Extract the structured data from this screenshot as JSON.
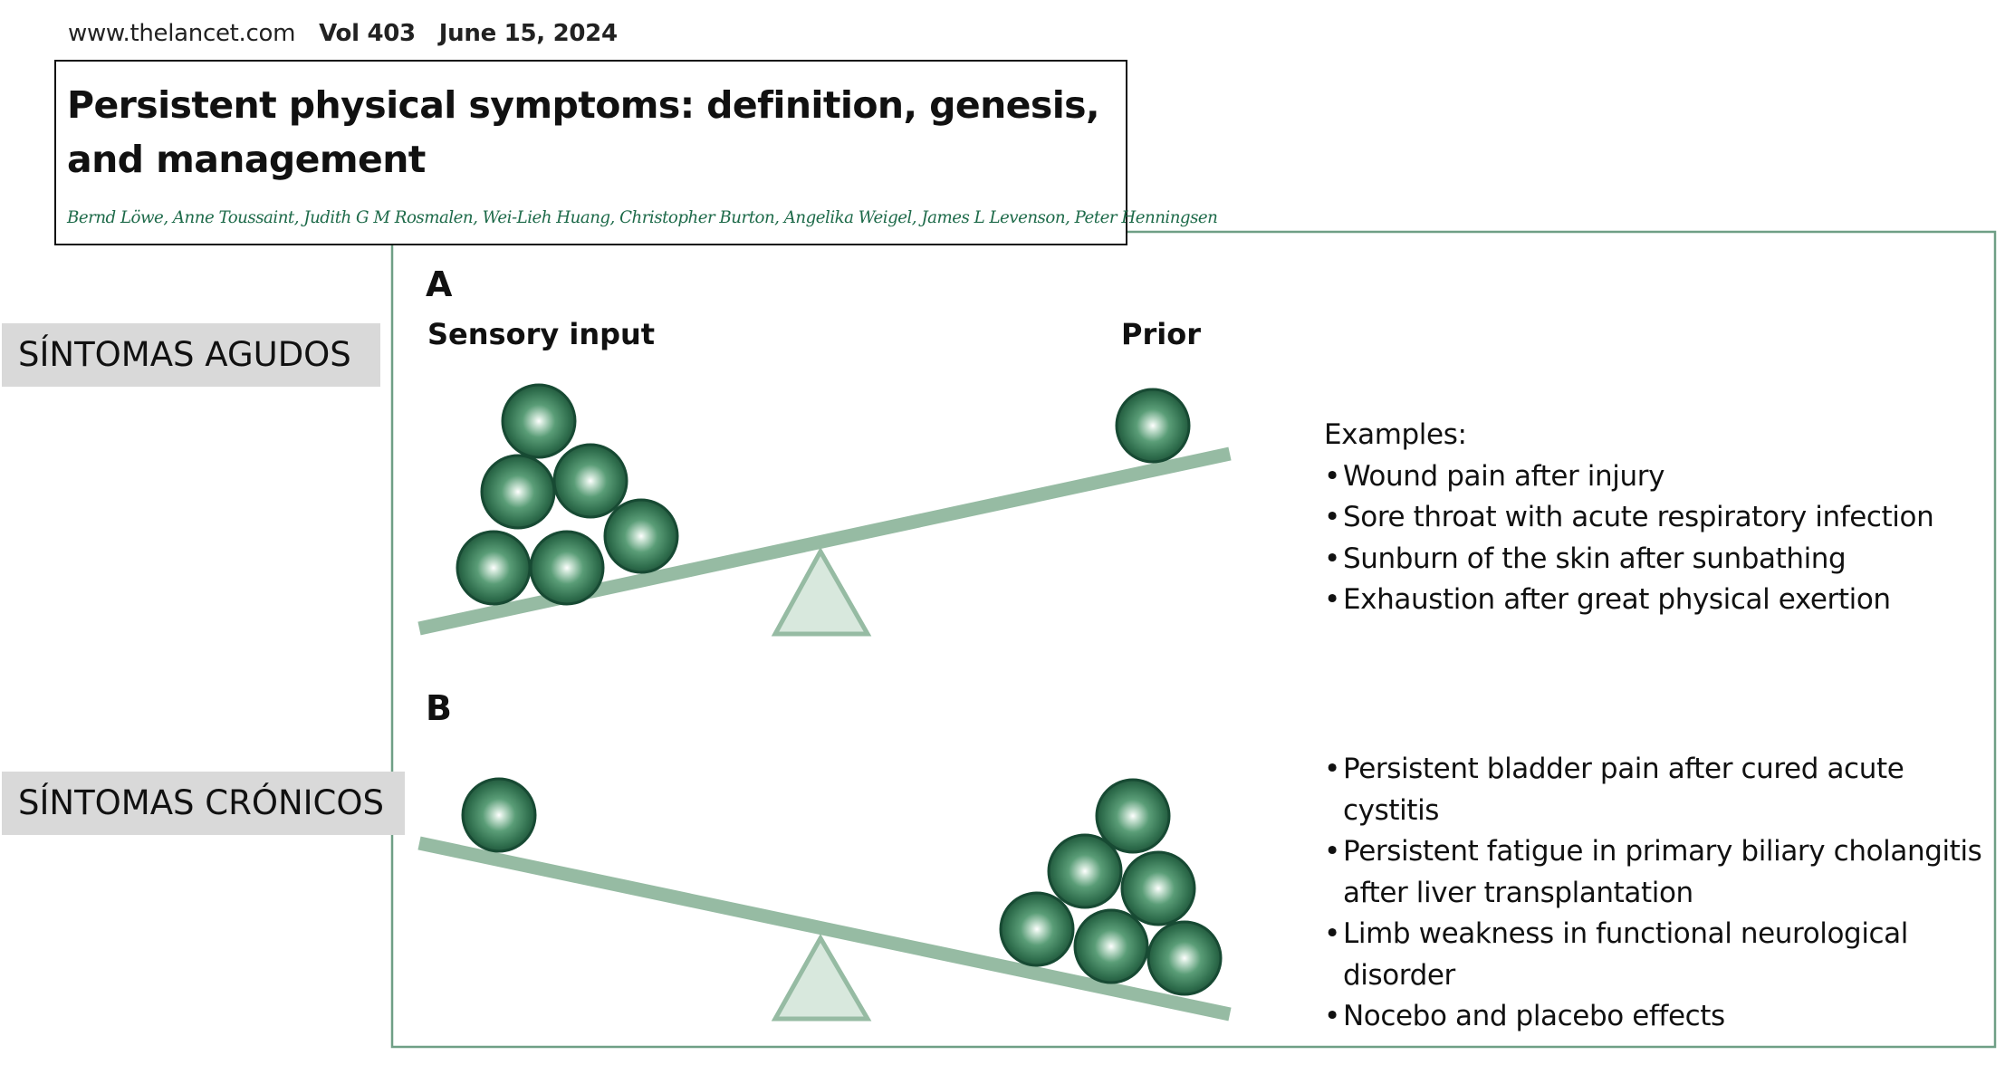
{
  "header": {
    "site": "www.thelancet.com",
    "volume": "Vol 403",
    "date": "June 15, 2024"
  },
  "article": {
    "title": "Persistent physical symptoms: definition, genesis, and management",
    "authors": "Bernd Löwe, Anne Toussaint, Judith G M Rosmalen, Wei-Lieh Huang, Christopher Burton, Angelika Weigel, James L Levenson, Peter Henningsen"
  },
  "bands": {
    "acute": "SÍNTOMAS AGUDOS",
    "chronic": "SÍNTOMAS CRÓNICOS"
  },
  "panel_a": {
    "letter": "A",
    "sensory_label": "Sensory input",
    "prior_label": "Prior",
    "examples_heading": "Examples:",
    "examples": [
      "Wound pain after injury",
      "Sore throat with acute respiratory infection",
      "Sunburn of the skin after sunbathing",
      "Exhaustion after great physical exertion"
    ],
    "left_balls": 6,
    "right_balls": 1
  },
  "panel_b": {
    "letter": "B",
    "examples": [
      "Persistent bladder pain after cured acute cystitis",
      "Persistent fatigue in primary biliary cholangitis after liver transplantation",
      "Limb weakness in functional neurological disorder",
      "Nocebo and placebo effects"
    ],
    "left_balls": 1,
    "right_balls": 6
  },
  "colors": {
    "frame": "#6f9f86",
    "beam": "#96bba3",
    "fulcrum_fill": "#d8e8dd",
    "fulcrum_stroke": "#96bba3",
    "ball_dark": "#174a33",
    "ball_mid": "#3f8a63",
    "ball_light": "#ffffff",
    "band": "#d9d9d9",
    "authors": "#1d6a49"
  }
}
